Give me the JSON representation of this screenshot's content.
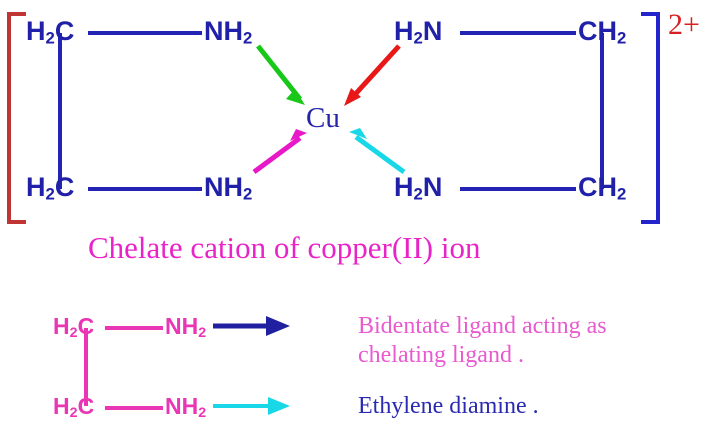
{
  "figure": {
    "background": "#ffffff",
    "caption": "Chelate cation of copper(II) ion",
    "caption_color": "#e824c8",
    "charge": "2+",
    "charge_color": "#d82020",
    "bracket_left_color": "#c03434",
    "bracket_right_color": "#2424cc"
  },
  "complex": {
    "center_atom": "Cu",
    "center_color": "#2424a8",
    "bond_color": "#2424b4",
    "ligands": [
      {
        "id": "ligand-top-left",
        "carbon_label": "H₂C",
        "nitrogen_label": "NH₂",
        "arrow_color": "#18c818",
        "arrow_name": "green"
      },
      {
        "id": "ligand-bottom-left",
        "carbon_label": "H₂C",
        "nitrogen_label": "NH₂",
        "arrow_color": "#e818c8",
        "arrow_name": "magenta"
      },
      {
        "id": "ligand-top-right",
        "carbon_label": "CH₂",
        "nitrogen_label": "H₂N",
        "arrow_color": "#e81818",
        "arrow_name": "red"
      },
      {
        "id": "ligand-bottom-right",
        "carbon_label": "CH₂",
        "nitrogen_label": "H₂N",
        "arrow_color": "#18d8e8",
        "arrow_name": "cyan"
      }
    ]
  },
  "legend": {
    "molecule": {
      "color": "#ea36b4",
      "top_carbon": "H₂C",
      "top_nitrogen": "NH₂",
      "bottom_carbon": "H₂C",
      "bottom_nitrogen": "NH₂"
    },
    "entries": [
      {
        "arrow_color": "#2020a0",
        "arrow_name": "navy",
        "text": "Bidentate ligand acting as",
        "text2": "chelating ligand .",
        "text_color": "#e85ad0"
      },
      {
        "arrow_color": "#18d8e8",
        "arrow_name": "cyan",
        "text": "Ethylene diamine .",
        "text2": "",
        "text_color": "#2a2ab0"
      }
    ]
  }
}
